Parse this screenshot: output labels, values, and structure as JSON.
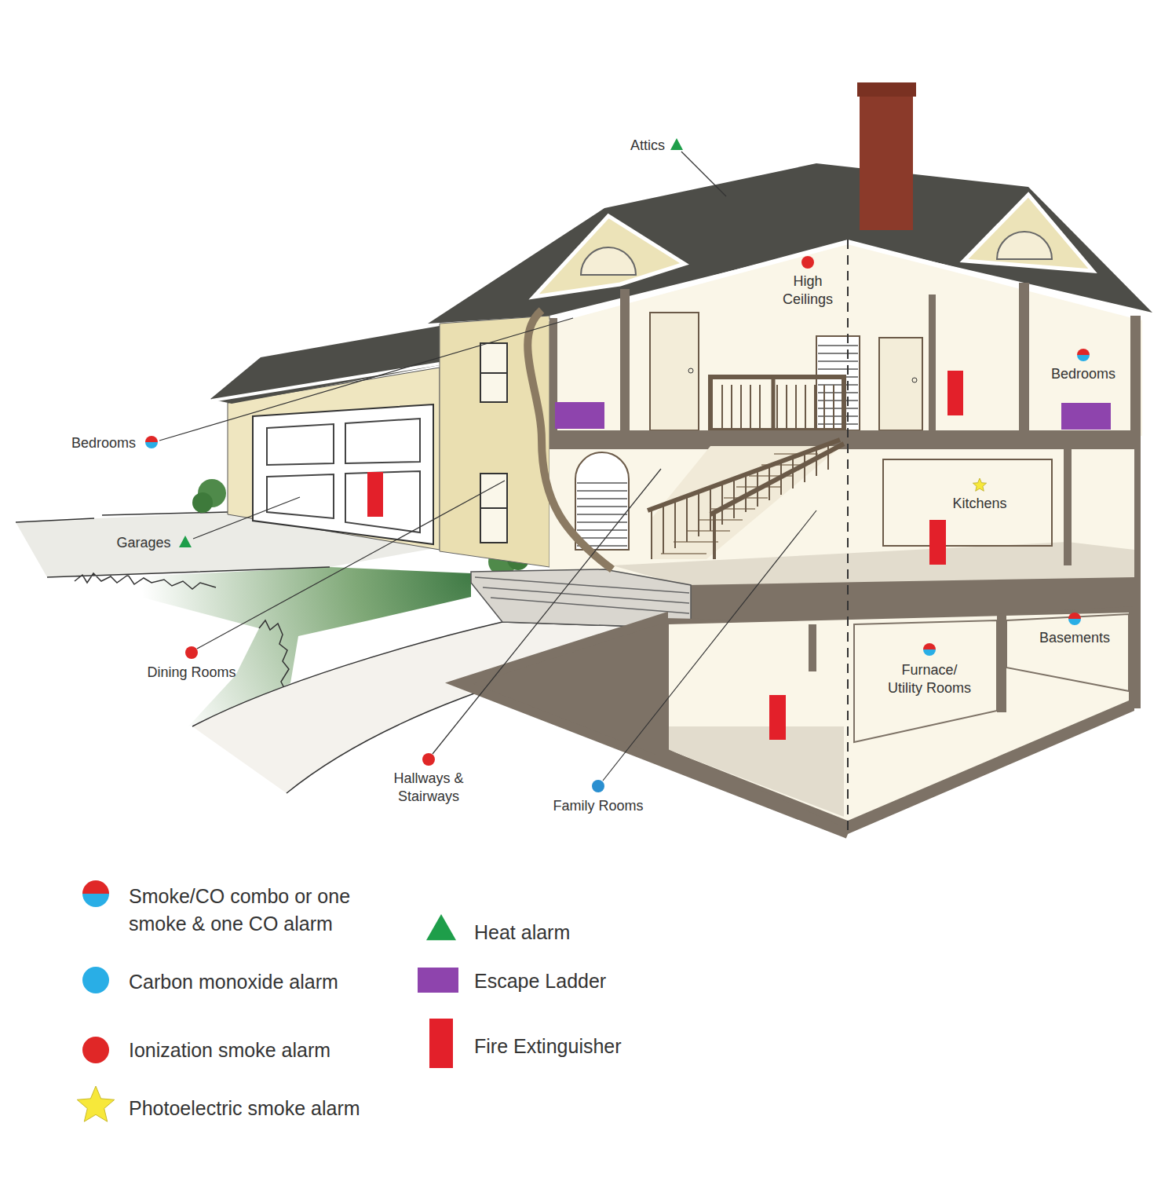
{
  "diagram": {
    "labels": [
      "Attics",
      "High Ceilings",
      "Bedrooms",
      "Bedrooms",
      "Kitchens",
      "Garages",
      "Dining Rooms",
      "Hallways & Stairways",
      "Family Rooms",
      "Furnace/ Utility Rooms",
      "Basements"
    ],
    "legend": [
      {
        "text": "Smoke/CO combo or one smoke & one CO alarm"
      },
      {
        "text": "Carbon monoxide alarm",
        "color": "#29aee6"
      },
      {
        "text": "Ionization smoke alarm",
        "color": "#e02727"
      },
      {
        "text": "Photoelectric smoke alarm",
        "color": "#f7e83a"
      },
      {
        "text": "Heat alarm",
        "color": "#1e9e4a"
      },
      {
        "text": "Escape Ladder",
        "color": "#8e44ad"
      },
      {
        "text": "Fire Extinguisher",
        "color": "#e3202a"
      }
    ]
  }
}
